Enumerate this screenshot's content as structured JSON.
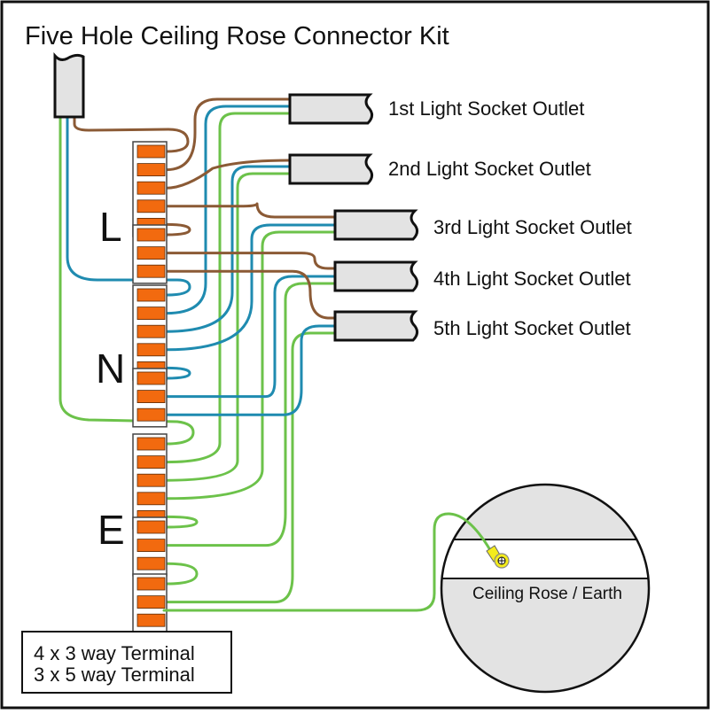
{
  "title": "Five Hole Ceiling Rose Connector Kit",
  "colors": {
    "live": "#8b5a35",
    "neutral": "#1f8bb0",
    "earth": "#6cc24a",
    "terminal": "#f26a0f",
    "cable": "#e3e3e3",
    "terminal_lug": "#f4ec1c"
  },
  "group_labels": {
    "live": "L",
    "neutral": "N",
    "earth": "E"
  },
  "outlets": [
    {
      "label": "1st Light Socket Outlet"
    },
    {
      "label": "2nd Light Socket Outlet"
    },
    {
      "label": "3rd Light Socket Outlet"
    },
    {
      "label": "4th Light Socket Outlet"
    },
    {
      "label": "5th Light Socket Outlet"
    }
  ],
  "terminals": [
    {
      "group": "L",
      "ways": 5
    },
    {
      "group": "L",
      "ways": 3
    },
    {
      "group": "N",
      "ways": 5
    },
    {
      "group": "N",
      "ways": 3
    },
    {
      "group": "E",
      "ways": 5
    },
    {
      "group": "E",
      "ways": 3
    },
    {
      "group": "E",
      "ways": 3
    }
  ],
  "ceiling_rose": {
    "label": "Ceiling Rose / Earth"
  },
  "legend": {
    "line1": "4 x 3 way Terminal",
    "line2": "3 x 5 way Terminal"
  }
}
